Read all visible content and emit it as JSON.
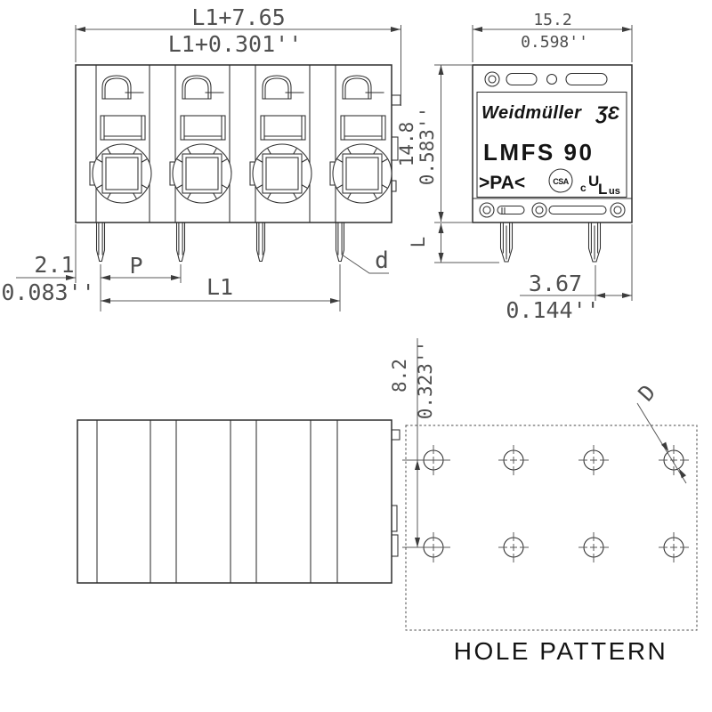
{
  "drawing": {
    "product": {
      "brand": "Weidmüller",
      "logo_glyph": "ƷƐ",
      "model": "LMFS 90",
      "material_marking": ">PA<",
      "csa_label": "CSA",
      "ul_prefix": "c",
      "ul_letter_u": "U",
      "ul_letter_l": "L",
      "ul_suffix": "us"
    },
    "front_view": {
      "dim_width_mm": "L1+7.65",
      "dim_width_in": "L1+0.301''",
      "dim_pin_offset_mm": "2.1",
      "dim_pin_offset_in": "0.083''",
      "dim_pitch": "P",
      "dim_length": "L1",
      "dim_pin_label": "d"
    },
    "side_view": {
      "dim_width_mm": "15.2",
      "dim_width_in": "0.598''",
      "dim_height_mm": "14.8",
      "dim_height_in": "0.583''",
      "dim_pin_length": "L",
      "dim_pin_edge_mm": "3.67",
      "dim_pin_edge_in": "0.144''"
    },
    "hole_pattern": {
      "title": "HOLE PATTERN",
      "dim_row_spacing_mm": "8.2",
      "dim_row_spacing_in": "0.323''",
      "dim_hole_label": "D"
    }
  }
}
